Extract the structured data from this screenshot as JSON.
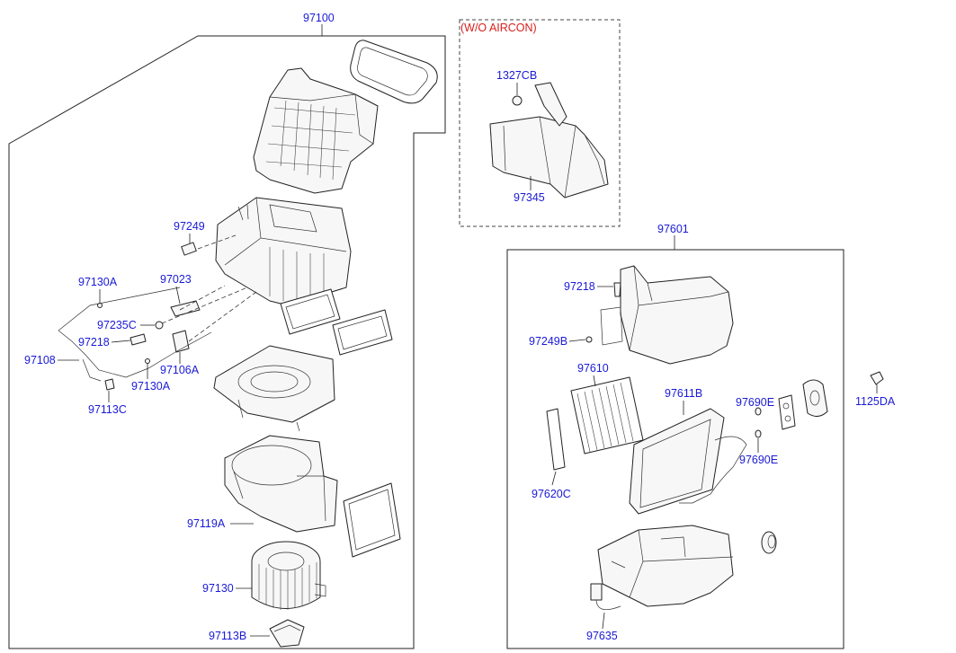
{
  "title_main": "97100",
  "wo_aircon": {
    "header": "(W/O AIRCON)",
    "labels": {
      "bolt": "1327CB",
      "duct": "97345"
    }
  },
  "hvac_group": {
    "title": "97601",
    "labels": {
      "screw": "97218",
      "clip": "97249B",
      "filter": "97610",
      "evaporator": "97611B",
      "oring_top": "97690E",
      "oring_bottom": "97690E",
      "seal": "97620C",
      "sensor": "97635",
      "bolt_right": "1125DA"
    }
  },
  "blower_group": {
    "labels": {
      "connector": "97249",
      "actuator": "97023",
      "clip_top": "97130A",
      "pin": "97235C",
      "screw": "97218",
      "wiring": "97108",
      "actuator_motor": "97106A",
      "clip_bottom": "97130A",
      "bracket": "97113C",
      "wire": "97119A",
      "blower_motor": "97130",
      "resistor": "97113B"
    }
  }
}
